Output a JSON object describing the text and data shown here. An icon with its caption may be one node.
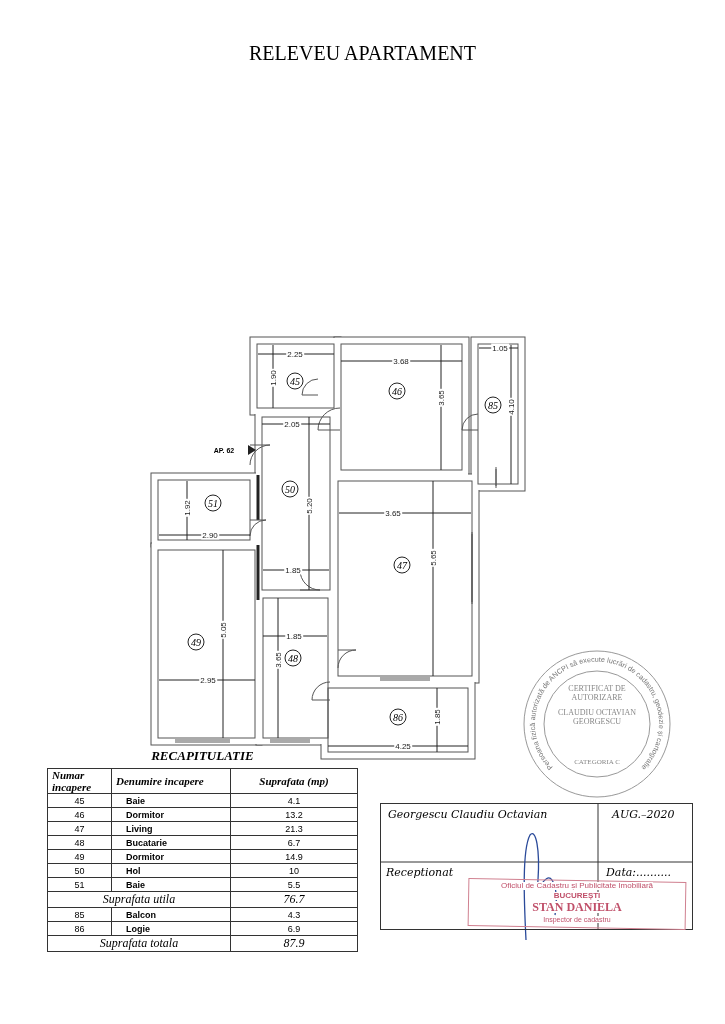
{
  "diagram": {
    "title": "RELEVEU APARTAMENT",
    "labels": [
      "2.25",
      "1.90",
      "45",
      "3.68",
      "46",
      "1.05",
      "85",
      "3.65",
      "4.10",
      "2.05",
      "AP. 62",
      "1.92",
      "51",
      "50",
      "5.20",
      "3.65",
      "2.90",
      "47",
      "1.85",
      "5.65",
      "49",
      "1.85",
      "5.05",
      "3.65",
      "48",
      "2.95",
      "86",
      "1.85",
      "4.25",
      "RECAPITULATIE",
      "Numar incapere",
      "Denumire incapere",
      "Suprafata (mp)",
      "45",
      "Baie",
      "4.1",
      "46",
      "Dormitor",
      "13.2",
      "47",
      "Living",
      "21.3",
      "48",
      "Bucatarie",
      "6.7",
      "49",
      "Dormitor",
      "14.9",
      "50",
      "Hol",
      "10",
      "51",
      "Baie",
      "5.5",
      "Suprafata utila",
      "76.7",
      "85",
      "Balcon",
      "4.3",
      "86",
      "Logie",
      "6.9",
      "Suprafata totala",
      "87.9",
      "Georgescu Claudiu Octavian",
      "AUG.–2020",
      "Receptionat",
      "Data:..........",
      "Persoana fizică autorizată de ANCPI să execute lucrări de cadastru, geodezie și cartografie",
      "CERTIFICAT DE AUTORIZARE",
      "CLAUDIU OCTAVIAN GEORGESCU",
      "CATEGORIA C",
      "Oficiul de Cadastru și Publicitate Imobiliară",
      "BUCUREȘTI",
      "STAN DANIELA",
      "Inspector de cadastru"
    ]
  }
}
